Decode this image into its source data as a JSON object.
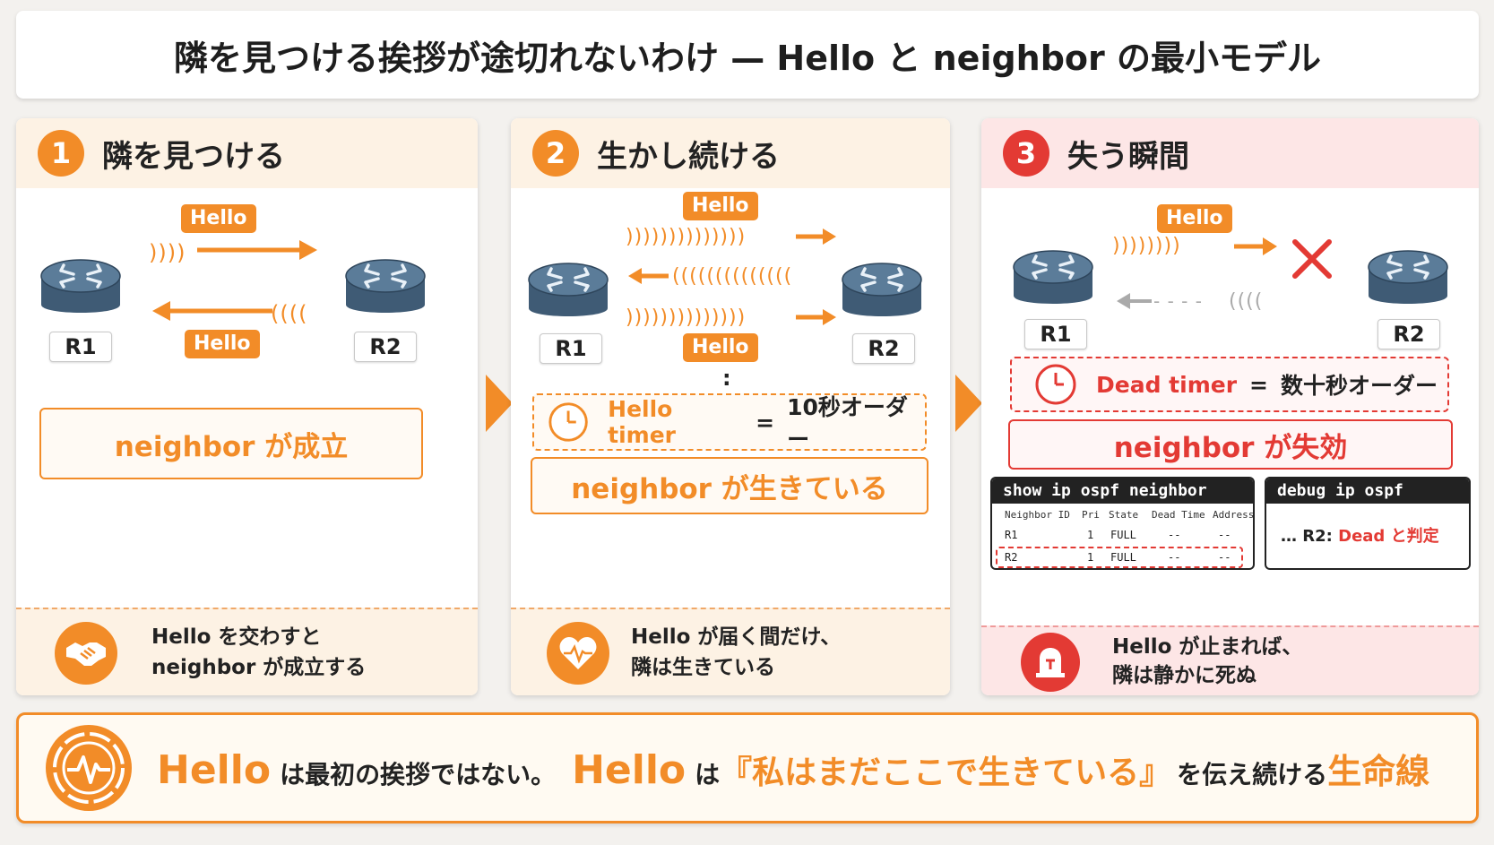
{
  "title": "隣を見つける挨拶が途切れないわけ — Hello と neighbor の最小モデル",
  "colors": {
    "accent": "#f28c28",
    "danger": "#e33a34",
    "router": "#5b7c99"
  },
  "panel1": {
    "number": "1",
    "heading": "隣を見つける",
    "hello_top": "Hello",
    "hello_bottom": "Hello",
    "waves_out": "))))",
    "waves_in": "((((",
    "router_left": "R1",
    "router_right": "R2",
    "status": "neighbor が成立",
    "foot_icon": "handshake-icon",
    "foot_line1": "Hello を交わすと",
    "foot_line2": "neighbor が成立する"
  },
  "panel2": {
    "number": "2",
    "heading": "生かし続ける",
    "hello_top": "Hello",
    "hello_bottom": "Hello",
    "waves_row1": "))))))))))))))",
    "waves_row2": "((((((((((((((",
    "waves_row3": "))))))))))))))",
    "ellipsis": ":",
    "router_left": "R1",
    "router_right": "R2",
    "timer_label": "Hello timer",
    "timer_eq": "=",
    "timer_value": "10秒オーダー",
    "status": "neighbor が生きている",
    "foot_icon": "heart-pulse-icon",
    "foot_line1": "Hello が届く間だけ、",
    "foot_line2": "隣は生きている"
  },
  "panel3": {
    "number": "3",
    "heading": "失う瞬間",
    "hello_top": "Hello",
    "waves_out": "))))))))",
    "waves_in": "((((",
    "dashes": "- - - -",
    "router_left": "R1",
    "router_right": "R2",
    "timer_label": "Dead timer",
    "timer_eq": "=",
    "timer_value": "数十秒オーダー",
    "status": "neighbor が失効",
    "terminal1": {
      "command": "show ip ospf neighbor",
      "headers": [
        "Neighbor ID",
        "Pri",
        "State",
        "Dead Time",
        "Address"
      ],
      "rows": [
        [
          "R1",
          "1",
          "FULL",
          "--",
          "--"
        ],
        [
          "R2",
          "1",
          "FULL",
          "--",
          "--"
        ]
      ]
    },
    "terminal2": {
      "command": "debug ip ospf",
      "prefix": "… R2:",
      "message": "Dead と判定"
    },
    "foot_icon": "alarm-light-icon",
    "foot_line1": "Hello が止まれば、",
    "foot_line2": "隣は静かに死ぬ"
  },
  "bottom": {
    "icon": "lifeline-icon",
    "hello1": "Hello",
    "text1": "は最初の挨拶ではない。",
    "hello2": "Hello",
    "text2": "は",
    "quote": "『私はまだここで生きている』",
    "text3": "を伝え続ける",
    "lifeline": "生命線"
  }
}
